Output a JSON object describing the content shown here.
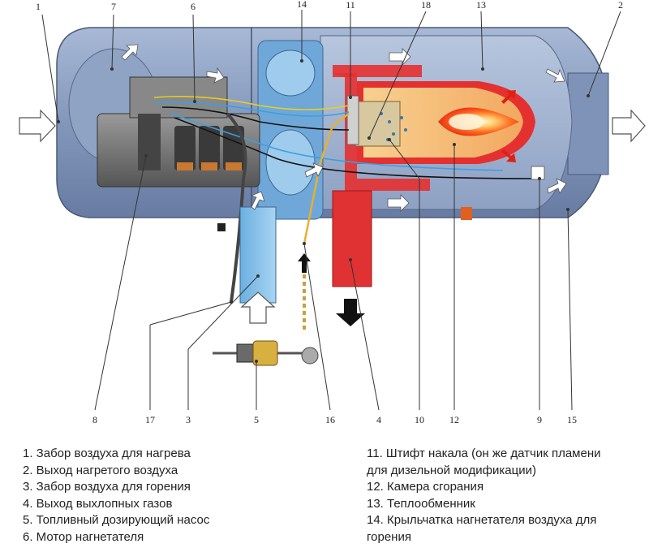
{
  "callouts": [
    "1",
    "7",
    "6",
    "14",
    "11",
    "18",
    "13",
    "2",
    "8",
    "17",
    "3",
    "5",
    "16",
    "4",
    "10",
    "12",
    "9",
    "15"
  ],
  "legend_left": [
    "1. Забор воздуха для нагрева",
    "2. Выход нагретого воздуха",
    "3. Забор воздуха для горения",
    "4. Выход выхлопных газов",
    "5. Топливный дозирующий насос",
    "6. Мотор нагнетателя"
  ],
  "legend_right": [
    "11. Штифт накала (он же датчик пламени",
    "для дизельной модификации)",
    "12. Камера сгорания",
    "13. Теплообменник",
    "14. Крыльчатка нагнетателя воздуха для",
    "горения"
  ],
  "colors": {
    "housing": "#8fa3c4",
    "housing_dark": "#5d7193",
    "air_flow": "#6fb7e3",
    "combustion_glow": "#f5b860",
    "flame": "#f04020",
    "exhaust": "#e53030",
    "fuel_line": "#e8b030"
  }
}
